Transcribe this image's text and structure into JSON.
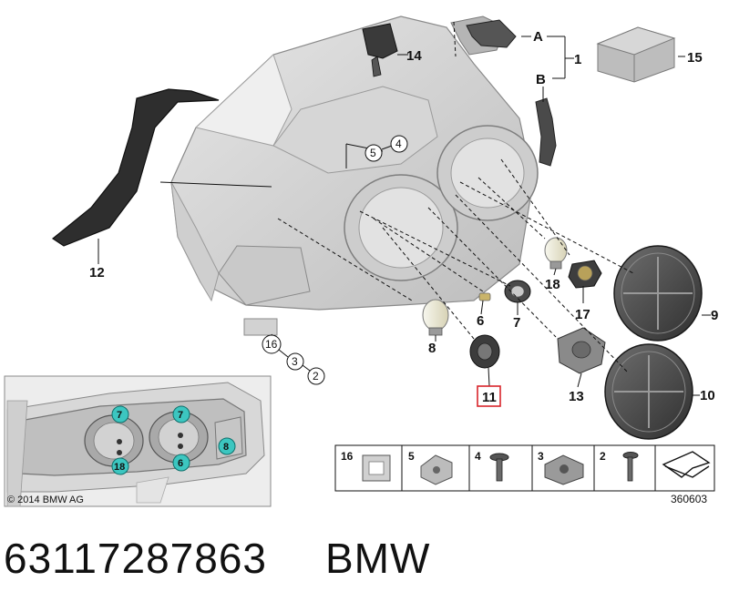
{
  "diagram": {
    "callouts": {
      "c1": "1",
      "cA": "A",
      "cB": "B",
      "c15": "15",
      "c14": "14",
      "c12": "12",
      "c5": "5",
      "c4": "4",
      "c18": "18",
      "c17": "17",
      "c9": "9",
      "c10": "10",
      "c6": "6",
      "c7": "7",
      "c8": "8",
      "c11": "11",
      "c13": "13",
      "c16": "16",
      "c3": "3",
      "c2": "2"
    },
    "inset": {
      "copyright": "© 2014 BMW AG",
      "labels": {
        "left_top": "7",
        "left_bottom": "18",
        "right_top": "7",
        "right_bottom": "6",
        "side": "8"
      },
      "accent_color": "#3cc6c0"
    },
    "legend": {
      "cells": [
        "16",
        "5",
        "4",
        "3",
        "2"
      ],
      "drawing_number": "360603"
    },
    "highlight_color": "#d9252b"
  },
  "footer": {
    "part_number": "63117287863",
    "brand": "BMW"
  }
}
